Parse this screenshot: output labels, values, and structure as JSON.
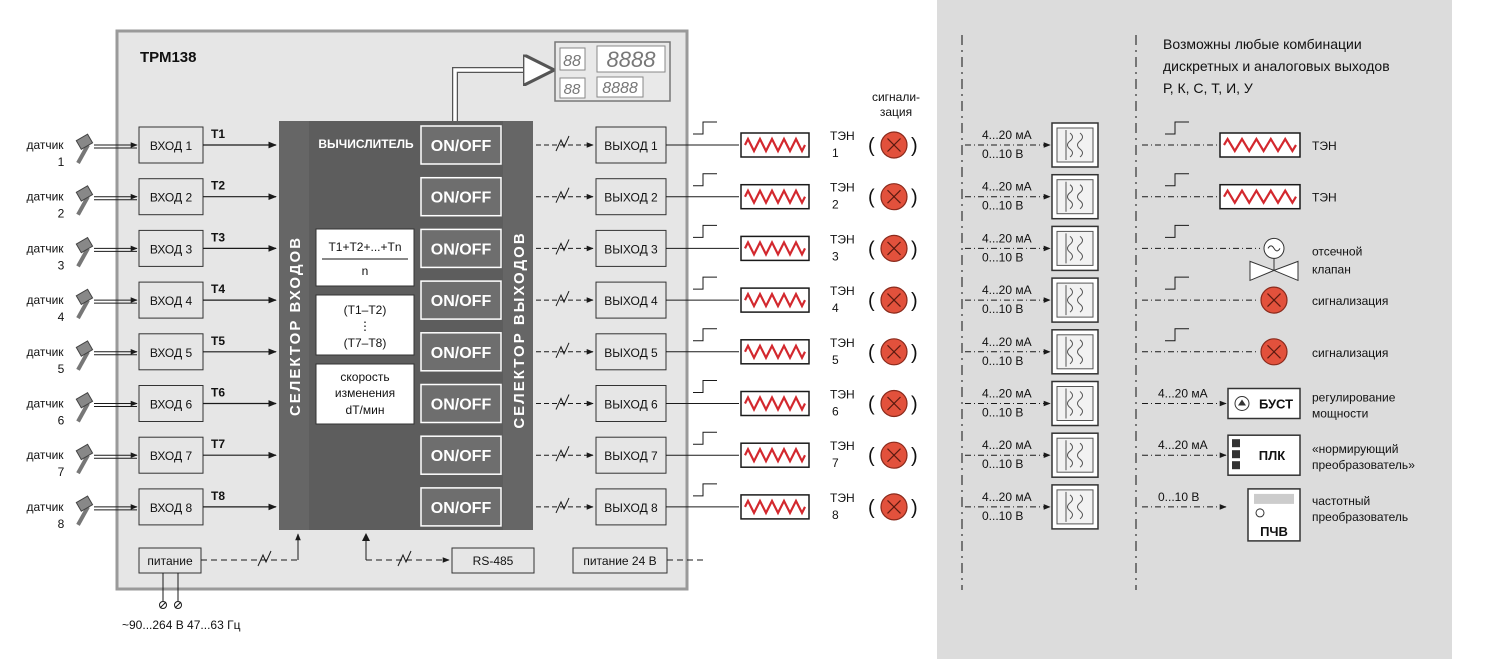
{
  "device": {
    "title": "ТРМ138",
    "computer_label": "ВЫЧИСЛИТЕЛЬ",
    "input_selector_label": "СЕЛЕКТОР ВХОДОВ",
    "output_selector_label": "СЕЛЕКТОР ВЫХОДОВ",
    "onoff_label": "ON/OFF",
    "calc_boxes": {
      "avg_line1": "T1+T2+...+Tn",
      "avg_line2": "n",
      "diff_line1": "(T1–T2)",
      "diff_line2": "⋮",
      "diff_line3": "(T7–T8)",
      "rate_line1": "скорость",
      "rate_line2": "изменения",
      "rate_line3": "dT/мин"
    },
    "power_label": "питание",
    "power_spec": "~90...264 В 47...63 Гц",
    "rs485_label": "RS-485",
    "power24_label": "питание 24 В",
    "display_digits": "88",
    "display_value": "8888",
    "signal_header_line1": "сигнали-",
    "signal_header_line2": "зация"
  },
  "channels": [
    {
      "sensor_word": "датчик",
      "sensor_num": "1",
      "input": "ВХОД 1",
      "t": "T1",
      "output": "ВЫХОД 1",
      "heater_word": "ТЭН",
      "heater_num": "1"
    },
    {
      "sensor_word": "датчик",
      "sensor_num": "2",
      "input": "ВХОД 2",
      "t": "T2",
      "output": "ВЫХОД 2",
      "heater_word": "ТЭН",
      "heater_num": "2"
    },
    {
      "sensor_word": "датчик",
      "sensor_num": "3",
      "input": "ВХОД 3",
      "t": "T3",
      "output": "ВЫХОД 3",
      "heater_word": "ТЭН",
      "heater_num": "3"
    },
    {
      "sensor_word": "датчик",
      "sensor_num": "4",
      "input": "ВХОД 4",
      "t": "T4",
      "output": "ВЫХОД 4",
      "heater_word": "ТЭН",
      "heater_num": "4"
    },
    {
      "sensor_word": "датчик",
      "sensor_num": "5",
      "input": "ВХОД 5",
      "t": "T5",
      "output": "ВЫХОД 5",
      "heater_word": "ТЭН",
      "heater_num": "5"
    },
    {
      "sensor_word": "датчик",
      "sensor_num": "6",
      "input": "ВХОД 6",
      "t": "T6",
      "output": "ВЫХОД 6",
      "heater_word": "ТЭН",
      "heater_num": "6"
    },
    {
      "sensor_word": "датчик",
      "sensor_num": "7",
      "input": "ВХОД 7",
      "t": "T7",
      "output": "ВЫХОД 7",
      "heater_word": "ТЭН",
      "heater_num": "7"
    },
    {
      "sensor_word": "датчик",
      "sensor_num": "8",
      "input": "ВХОД 8",
      "t": "T8",
      "output": "ВЫХОД 8",
      "heater_word": "ТЭН",
      "heater_num": "8"
    }
  ],
  "converters": {
    "current_label": "4...20 мА",
    "voltage_label": "0...10 В"
  },
  "combinations": {
    "header_line1": "Возможны любые комбинации",
    "header_line2": "дискретных и аналоговых выходов",
    "header_line3": "Р, К, С, Т, И, У",
    "items": [
      {
        "kind": "heater",
        "signal": "",
        "label1": "ТЭН",
        "label2": ""
      },
      {
        "kind": "heater",
        "signal": "",
        "label1": "ТЭН",
        "label2": ""
      },
      {
        "kind": "valve",
        "signal": "",
        "label1": "отсечной",
        "label2": "клапан"
      },
      {
        "kind": "alarm",
        "signal": "",
        "label1": "сигнализация",
        "label2": ""
      },
      {
        "kind": "alarm",
        "signal": "",
        "label1": "сигнализация",
        "label2": ""
      },
      {
        "kind": "bust",
        "signal": "4...20 мА",
        "box": "БУСТ",
        "label1": "регулирование",
        "label2": "мощности"
      },
      {
        "kind": "plc",
        "signal": "4...20 мА",
        "box": "ПЛК",
        "label1": "«нормирующий",
        "label2": "преобразователь»"
      },
      {
        "kind": "pchv",
        "signal": "0...10 В",
        "box": "ПЧВ",
        "label1": "частотный",
        "label2": "преобразователь"
      }
    ]
  },
  "colors": {
    "device_border": "#9a9a9a",
    "block_fill": "#e6e6e6",
    "selector_fill": "#666666",
    "computer_fill": "#5d5d5d",
    "alarm_red": "#e2513c",
    "heater_red": "#d3282e",
    "panel_fill": "#dcdcdc"
  }
}
